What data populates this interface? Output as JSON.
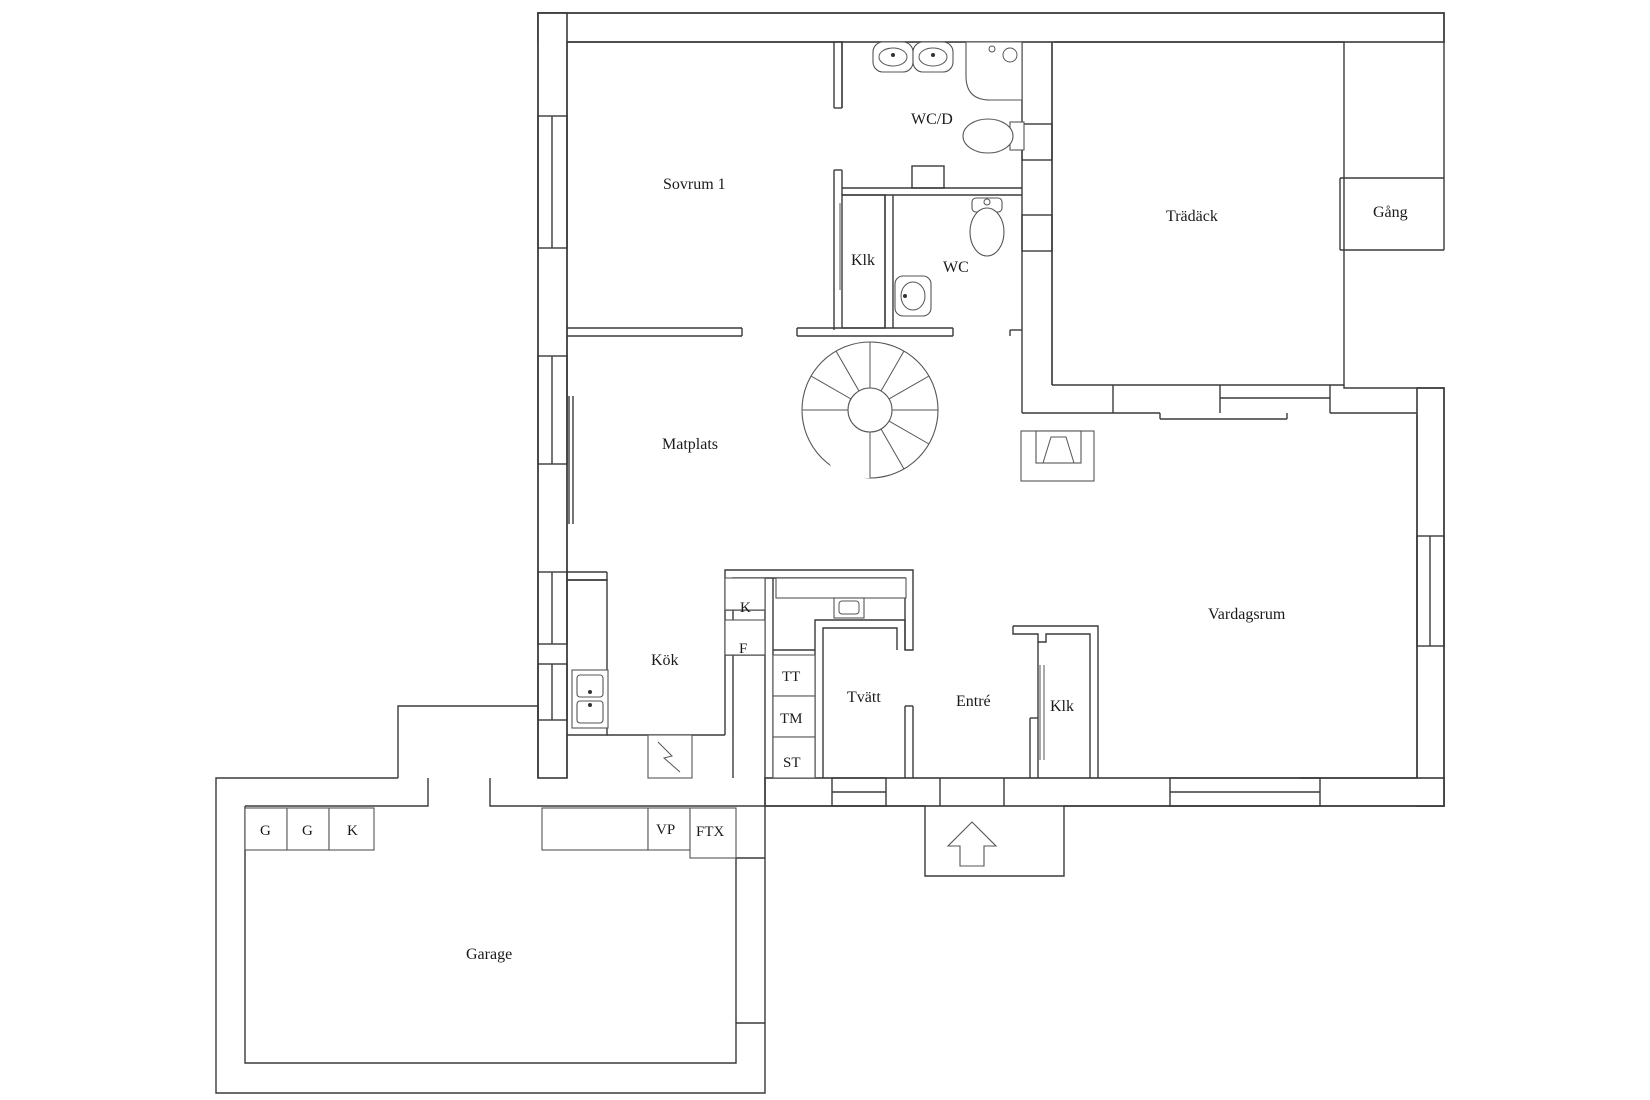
{
  "rooms": {
    "sovrum1": "Sovrum 1",
    "wcd": "WC/D",
    "tradack": "Trädäck",
    "gang": "Gång",
    "klk_top": "Klk",
    "wc": "WC",
    "matplats": "Matplats",
    "vardagsrum": "Vardagsrum",
    "kok": "Kök",
    "tvatt": "Tvätt",
    "entre": "Entré",
    "klk_entre": "Klk",
    "garage": "Garage"
  },
  "appliances": {
    "k_kitchen": "K",
    "f_kitchen": "F",
    "tt": "TT",
    "tm": "TM",
    "st": "ST",
    "g1": "G",
    "g2": "G",
    "k_garage": "K",
    "vp": "VP",
    "ftx": "FTX"
  }
}
